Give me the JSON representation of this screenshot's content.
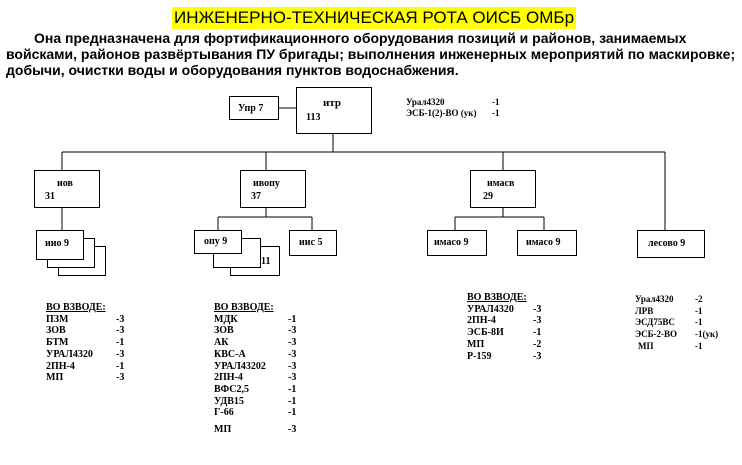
{
  "title": "ИНЖЕНЕРНО-ТЕХНИЧЕСКАЯ РОТА ОИСБ ОМБр",
  "description": "Она предназначена для фортификационного оборудования позиций и районов, занимаемых войсками, районов развёртывания ПУ бригады; выполнения инженерных мероприятий по маскировке; добычи, очистки воды и оборудования пунктов водоснабжения.",
  "hq": {
    "label": "итр",
    "count": "113"
  },
  "upr": {
    "label": "Упр 7"
  },
  "hq_equipment": [
    {
      "item": "Урал4320",
      "qty": "-1"
    },
    {
      "item": "ЭСБ-1(2)-ВО (ук)",
      "qty": "-1"
    }
  ],
  "platoons": [
    {
      "label": "иов",
      "count": "31"
    },
    {
      "label": "ивопу",
      "count": "37"
    },
    {
      "label": "имасв",
      "count": "29"
    }
  ],
  "squads": {
    "iov": "иио 9",
    "ivopu_a": "опу 9",
    "ivopu_a_num": "11",
    "ivopu_b": "иис 5",
    "imasv_a": "имасо 9",
    "imasv_b": "имасо 9",
    "lesovo": "лесово 9"
  },
  "lists": {
    "iov": {
      "header": "ВО ВЗВОДЕ:",
      "items": [
        {
          "item": "ПЗМ",
          "qty": "-3"
        },
        {
          "item": "ЗОВ",
          "qty": "-3"
        },
        {
          "item": "БТМ",
          "qty": "-1"
        },
        {
          "item": "УРАЛ4320",
          "qty": "-3"
        },
        {
          "item": "2ПН-4",
          "qty": "-1"
        },
        {
          "item": "МП",
          "qty": "-3"
        }
      ]
    },
    "ivopu": {
      "header": "ВО ВЗВОДЕ:",
      "items": [
        {
          "item": "МДК",
          "qty": "-1"
        },
        {
          "item": "ЗОВ",
          "qty": "-3"
        },
        {
          "item": "АК",
          "qty": "-3"
        },
        {
          "item": "КВС-А",
          "qty": "-3"
        },
        {
          "item": "УРАЛ43202",
          "qty": "-3"
        },
        {
          "item": "2ПН-4",
          "qty": "-3"
        },
        {
          "item": "ВФС2,5",
          "qty": "-1"
        },
        {
          "item": "УДВ15",
          "qty": "-1"
        },
        {
          "item": "Г-66",
          "qty": "-1"
        },
        {
          "item": "МП",
          "qty": "-3"
        }
      ]
    },
    "imasv": {
      "header": "ВО ВЗВОДЕ:",
      "items": [
        {
          "item": "УРАЛ4320",
          "qty": "-3"
        },
        {
          "item": "2ПН-4",
          "qty": "-3"
        },
        {
          "item": "ЭСБ-8И",
          "qty": "-1"
        },
        {
          "item": "МП",
          "qty": "-2"
        },
        {
          "item": "Р-159",
          "qty": "-3"
        }
      ]
    },
    "lesovo": {
      "items": [
        {
          "item": "Урал4320",
          "qty": "-2"
        },
        {
          "item": "ЛРВ",
          "qty": "-1"
        },
        {
          "item": "ЭСД75ВС",
          "qty": "-1"
        },
        {
          "item": "ЭСБ-2-ВО",
          "qty": "-1(ук)"
        },
        {
          "item": "МП",
          "qty": "-1"
        }
      ]
    }
  }
}
